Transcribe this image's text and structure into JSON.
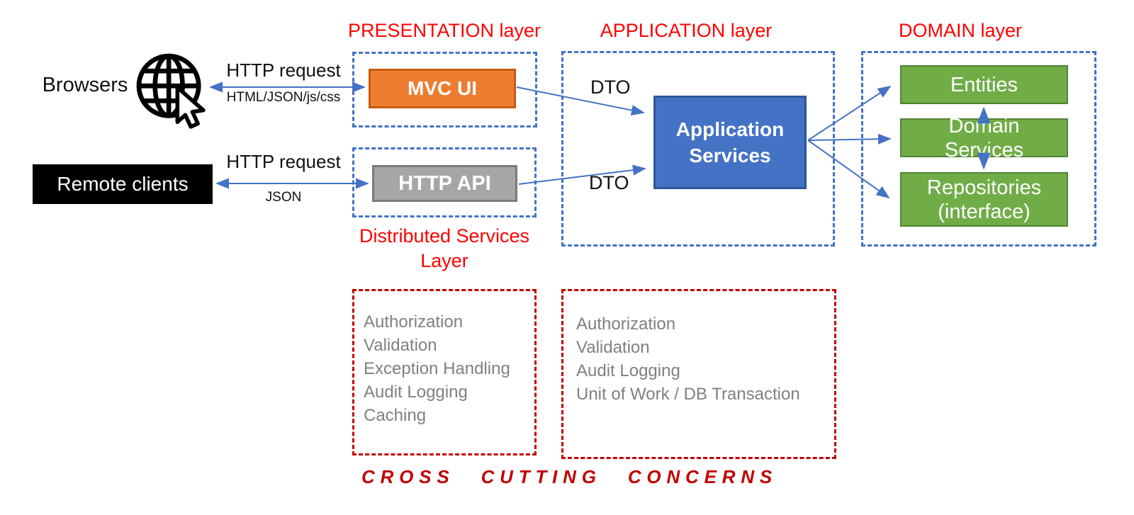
{
  "clients": {
    "browsers_label": "Browsers",
    "remote_clients_label": "Remote clients"
  },
  "connections": {
    "http_request_top": "HTTP request",
    "http_response_top": "HTML/JSON/js/css",
    "http_request_bottom": "HTTP request",
    "http_response_bottom": "JSON",
    "dto_top": "DTO",
    "dto_bottom": "DTO"
  },
  "layers": {
    "presentation": {
      "title": "PRESENTATION layer",
      "node": "MVC UI"
    },
    "distributed": {
      "title": "Distributed Services Layer",
      "node": "HTTP API"
    },
    "application": {
      "title": "APPLICATION layer",
      "node": "Application Services"
    },
    "domain": {
      "title": "DOMAIN layer",
      "nodes": [
        "Entities",
        "Domain Services",
        "Repositories (interface)"
      ]
    }
  },
  "cross_cutting": {
    "left_items": [
      "Authorization",
      "Validation",
      "Exception Handling",
      "Audit Logging",
      "Caching"
    ],
    "right_items": [
      "Authorization",
      "Validation",
      "Audit Logging",
      "Unit of Work / DB Transaction"
    ],
    "footer": "CROSS CUTTING CONCERNS"
  },
  "colors": {
    "accent_blue": "#4472c4",
    "accent_orange": "#ed7d31",
    "accent_green": "#70ad47",
    "accent_gray": "#a6a6a6",
    "title_red": "#ff0000",
    "cross_cutting_red": "#c00000",
    "muted_text": "#808080"
  }
}
